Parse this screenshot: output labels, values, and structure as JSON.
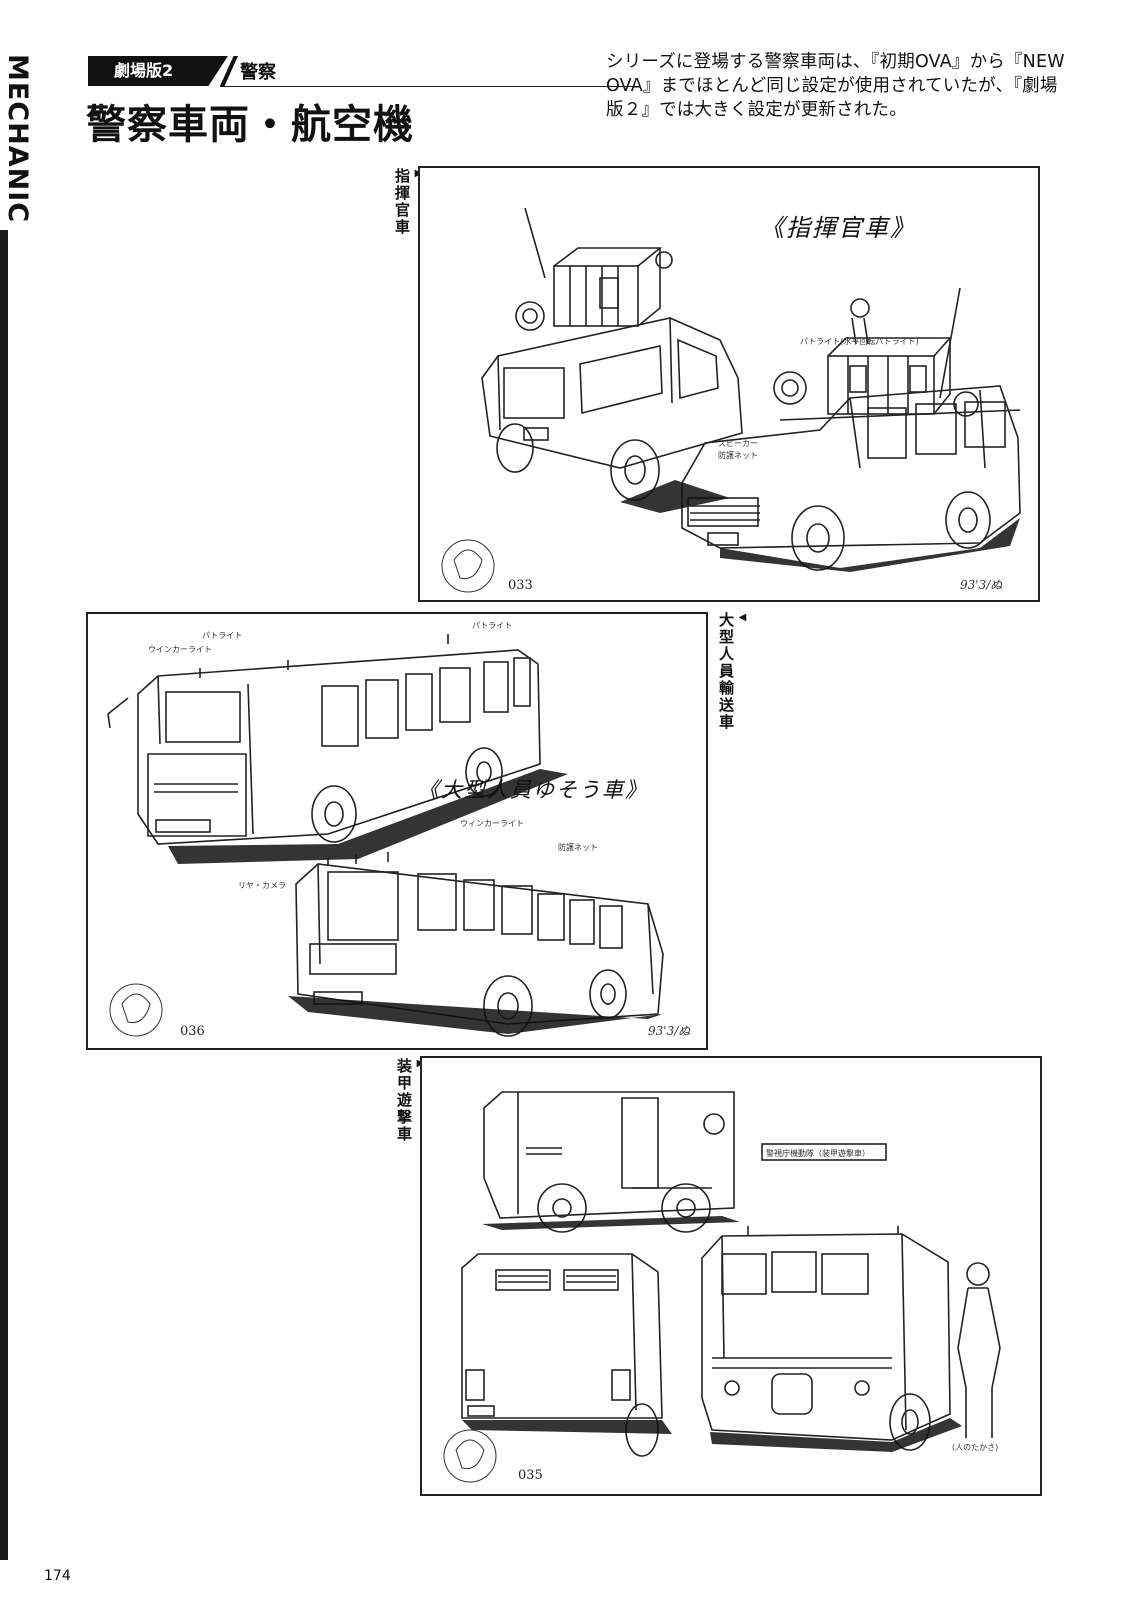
{
  "side_label": "MECHANIC",
  "header": {
    "category_tag": "劇場版2",
    "subcategory": "警察",
    "title": "警察車両・航空機"
  },
  "lead_text": "シリーズに登場する警察車両は、『初期OVA』から『NEW OVA』までほとんど同じ設定が使用されていたが、『劇場版２』では大きく設定が更新された。",
  "panels": [
    {
      "label": "指揮官車",
      "handwritten_title": "《指揮官車》",
      "sheet_number": "033",
      "signature": "93'3/ぬ",
      "notes": [
        "パトライト(水平回転パトライト)",
        "スピーカー",
        "防護ネット"
      ]
    },
    {
      "label": "大型人員輸送車",
      "handwritten_title": "《大型人員ゆそう車》",
      "sheet_number": "036",
      "signature": "93'3/ぬ",
      "notes": [
        "パトライト",
        "ウインカーライト",
        "パトライト",
        "ウィンカーライト",
        "防護ネット",
        "リヤ・カメラ"
      ]
    },
    {
      "label": "装甲遊撃車",
      "sheet_number": "035",
      "caption_box": "警視庁機動隊（装甲遊撃車）",
      "scale_note": "(人のたかさ)"
    }
  ],
  "page_number": "174"
}
